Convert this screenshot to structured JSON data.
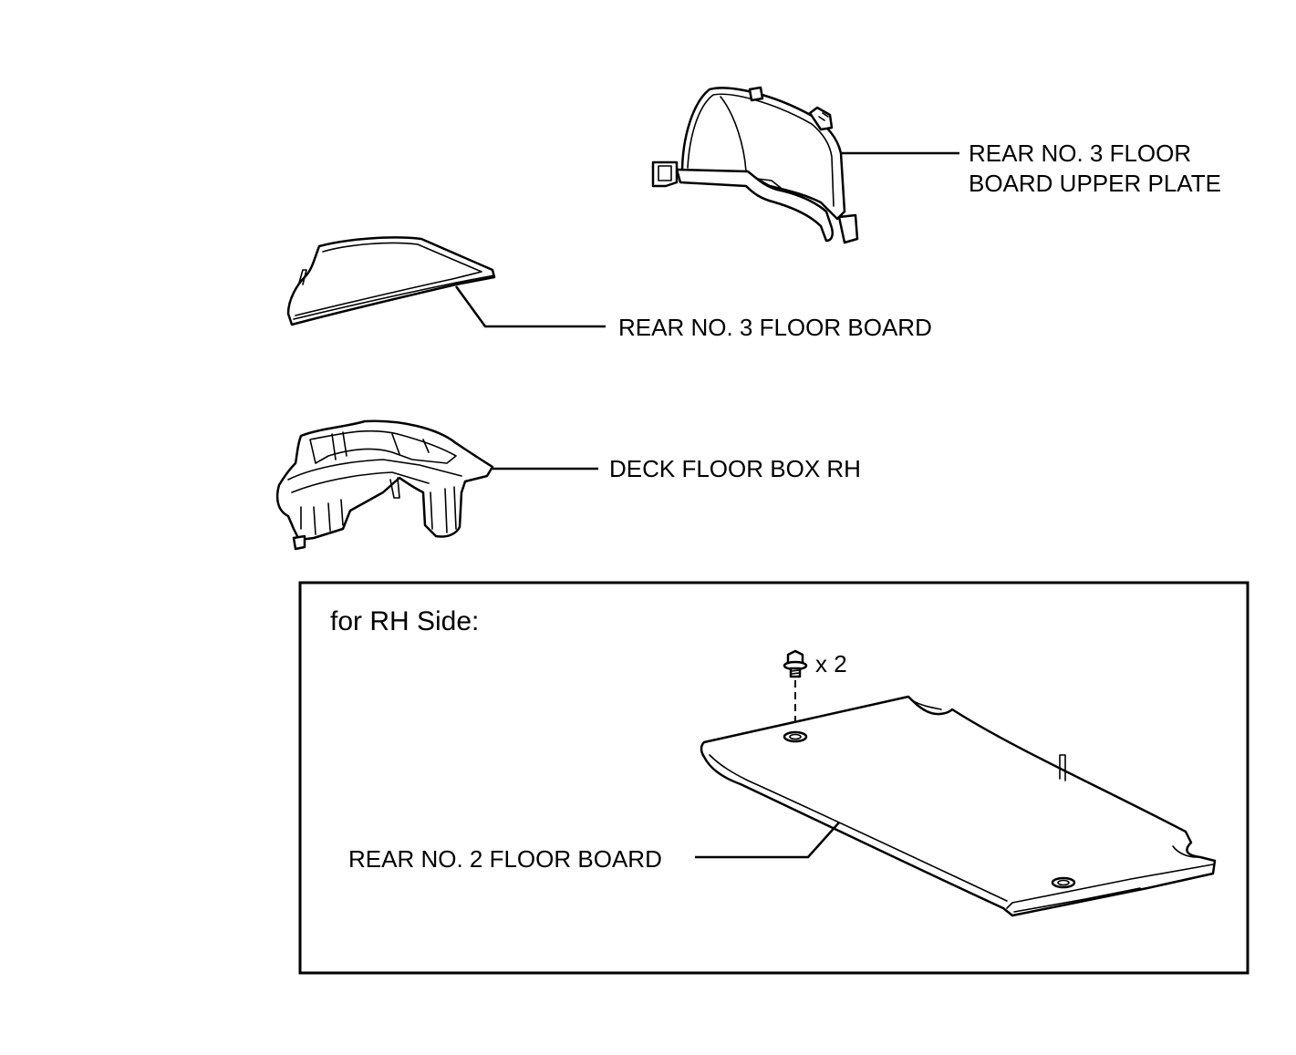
{
  "labels": {
    "upper_plate_line1": "REAR NO. 3 FLOOR",
    "upper_plate_line2": "BOARD UPPER PLATE",
    "floor_board_3": "REAR NO. 3 FLOOR BOARD",
    "deck_floor_box": "DECK FLOOR BOX RH",
    "inset_title": "for RH Side:",
    "bolt_count": "x 2",
    "floor_board_2": "REAR NO. 2 FLOOR BOARD"
  },
  "colors": {
    "line": "#000000",
    "background": "#ffffff"
  }
}
